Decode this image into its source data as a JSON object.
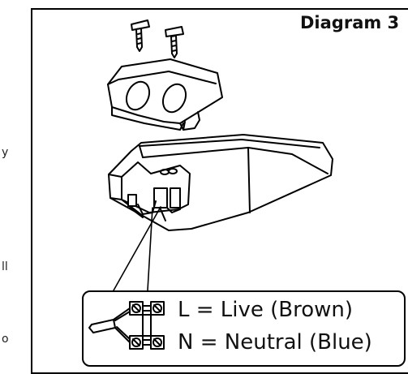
{
  "page_fragments": [
    "y",
    "ll",
    "o"
  ],
  "diagram": {
    "title": "Diagram 3"
  },
  "legend": {
    "live": "L = Live (Brown)",
    "neutral": "N = Neutral (Blue)"
  },
  "icons": [
    "screw-icon",
    "terminal-cover-icon",
    "driver-housing-icon",
    "terminal-block-icon",
    "cable-icon"
  ]
}
